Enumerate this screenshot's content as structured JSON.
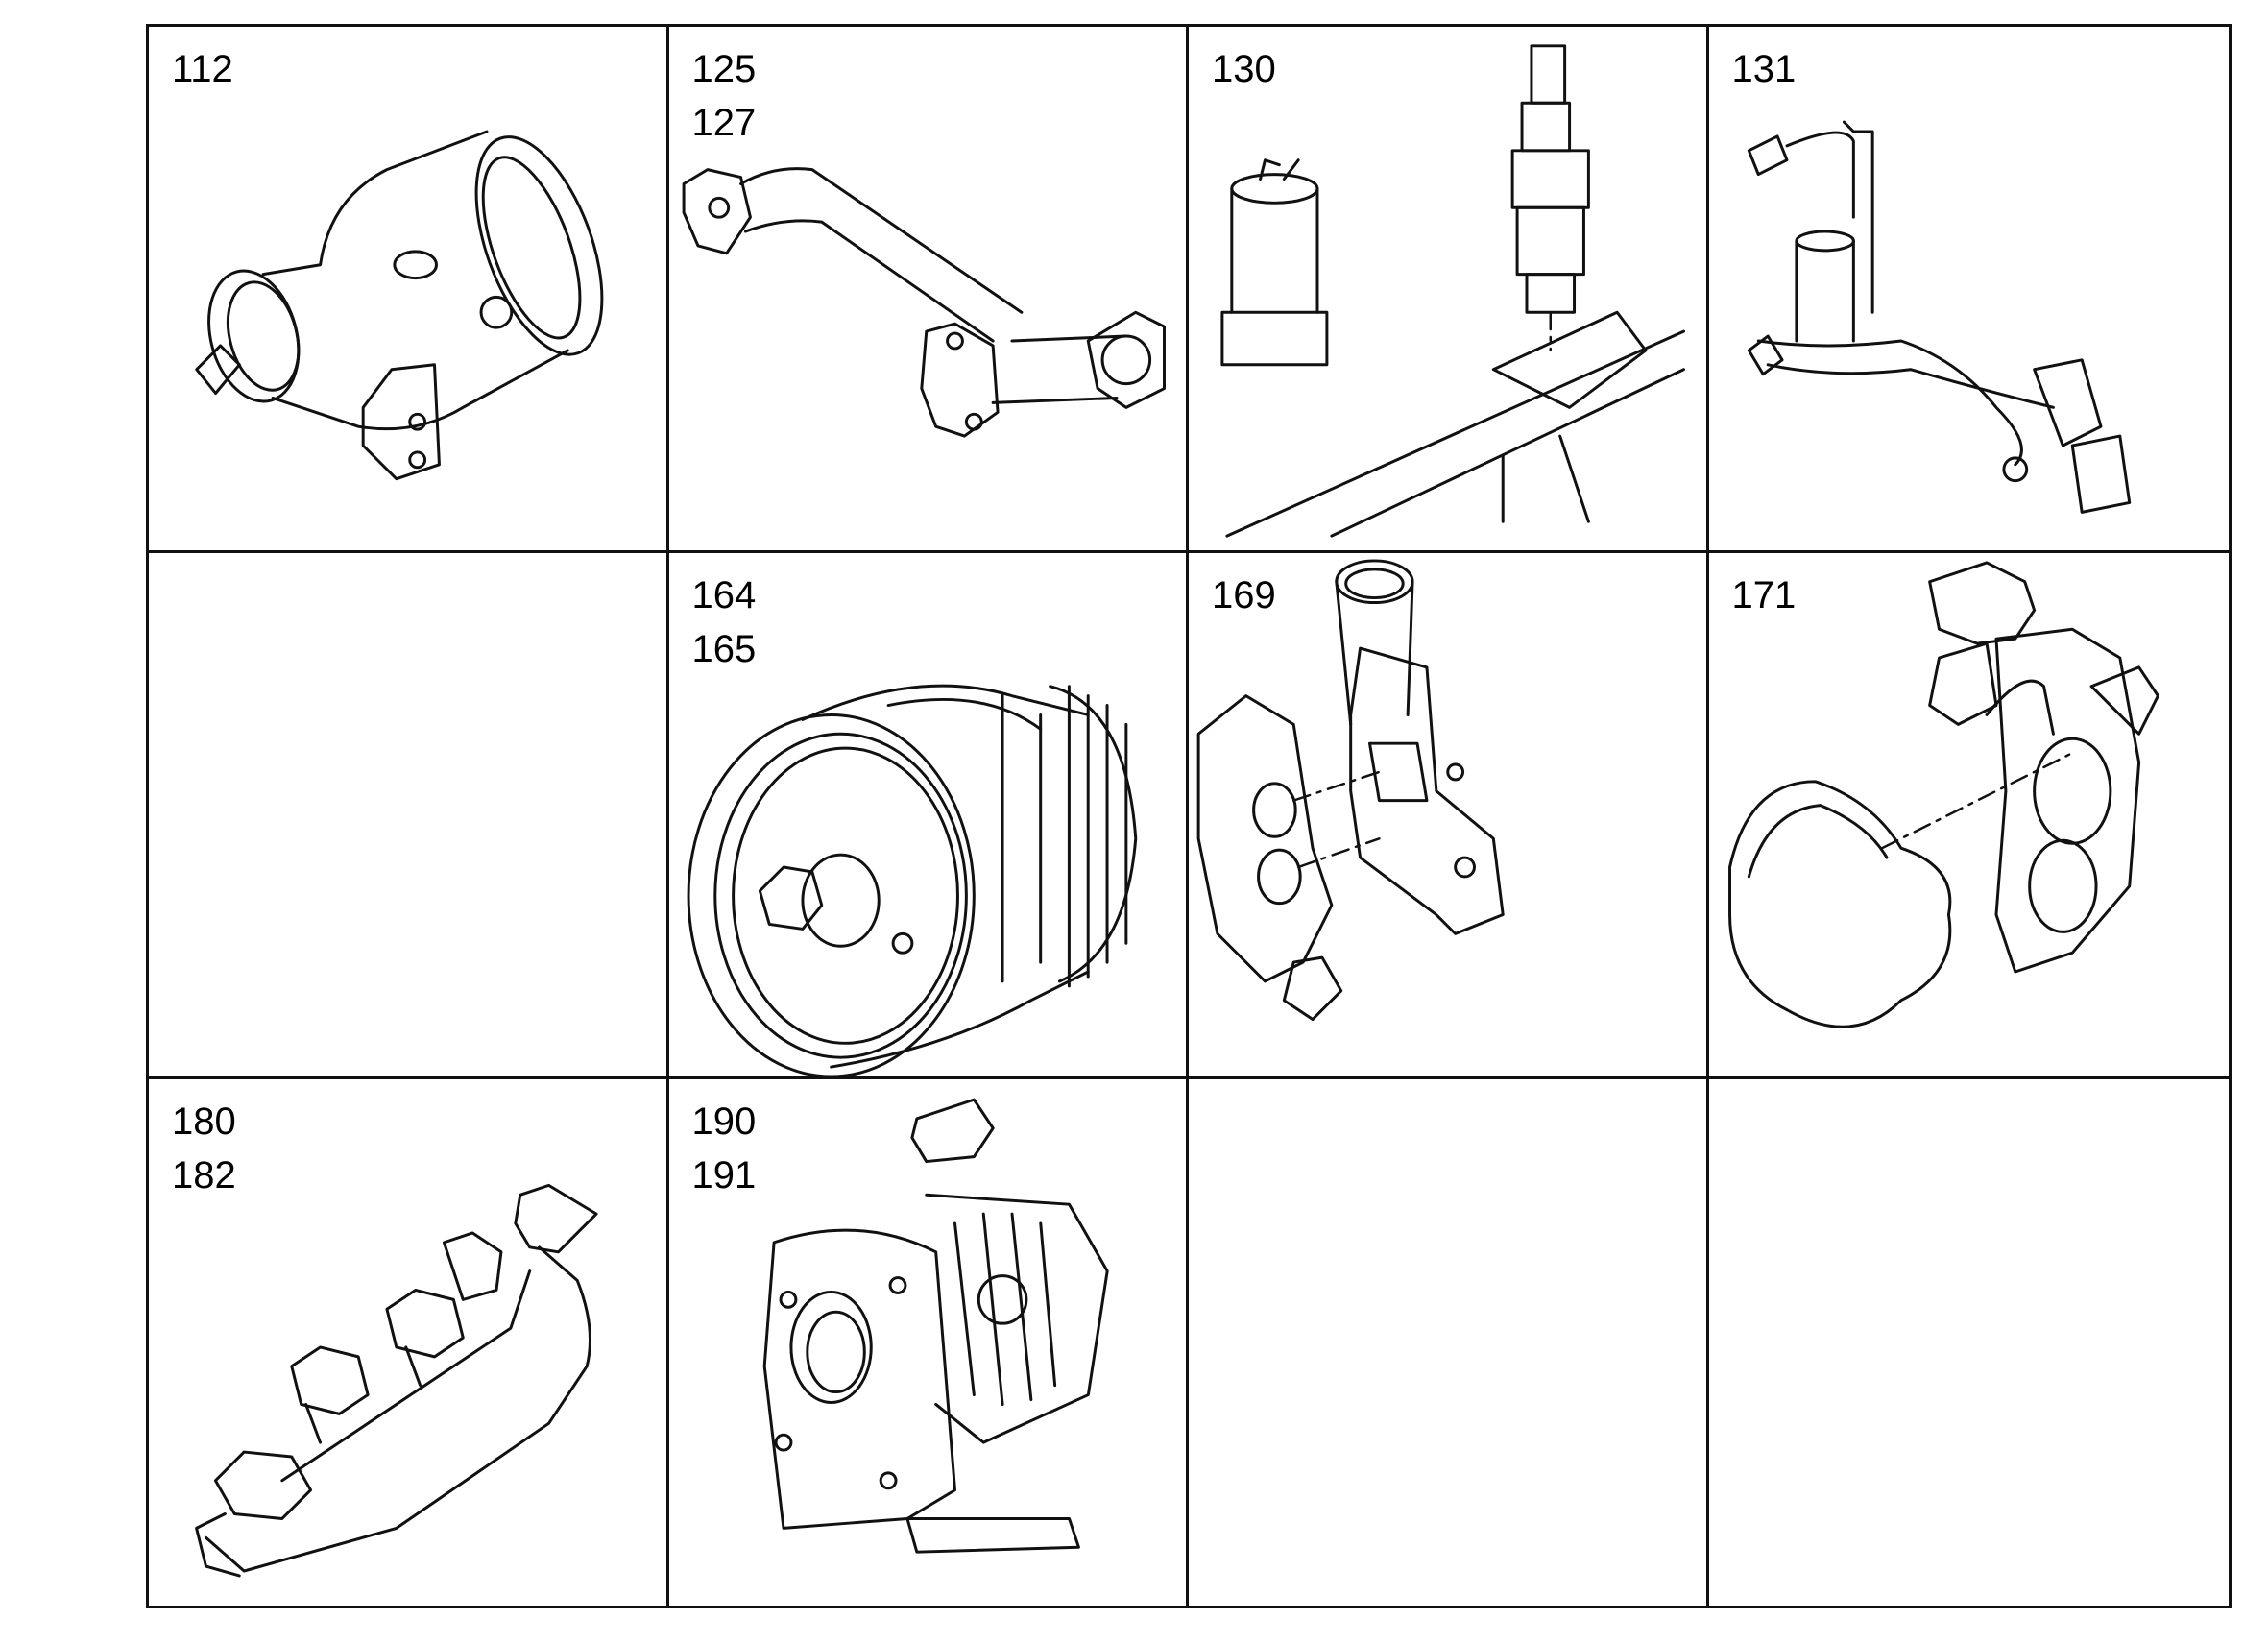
{
  "cells": [
    {
      "labels": [
        "112"
      ],
      "part": "elbow-pipe"
    },
    {
      "labels": [
        "125",
        "127"
      ],
      "part": "pipe-flange"
    },
    {
      "labels": [
        "130"
      ],
      "part": "sensor-injector"
    },
    {
      "labels": [
        "131"
      ],
      "part": "injector-lines"
    },
    {
      "labels": [],
      "part": ""
    },
    {
      "labels": [
        "164",
        "165"
      ],
      "part": "pulley-pump"
    },
    {
      "labels": [
        "169"
      ],
      "part": "thermostat-housing"
    },
    {
      "labels": [
        "171"
      ],
      "part": "cover-housing"
    },
    {
      "labels": [
        "180",
        "182"
      ],
      "part": "exhaust-manifold"
    },
    {
      "labels": [
        "190",
        "191"
      ],
      "part": "turbocharger"
    },
    {
      "labels": [],
      "part": ""
    },
    {
      "labels": [],
      "part": ""
    }
  ]
}
